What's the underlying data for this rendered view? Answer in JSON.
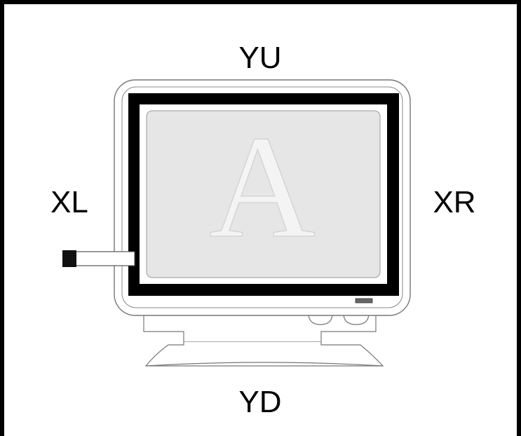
{
  "labels": {
    "top": "YU",
    "bottom": "YD",
    "left": "XL",
    "right": "XR"
  },
  "screen": {
    "glyph": "A"
  },
  "colors": {
    "frame": "#000000",
    "bezel": "#000000",
    "screen_fill": "#e6e6e6",
    "glyph_fill": "#f4f4f4",
    "connector_tab": "#111111"
  }
}
